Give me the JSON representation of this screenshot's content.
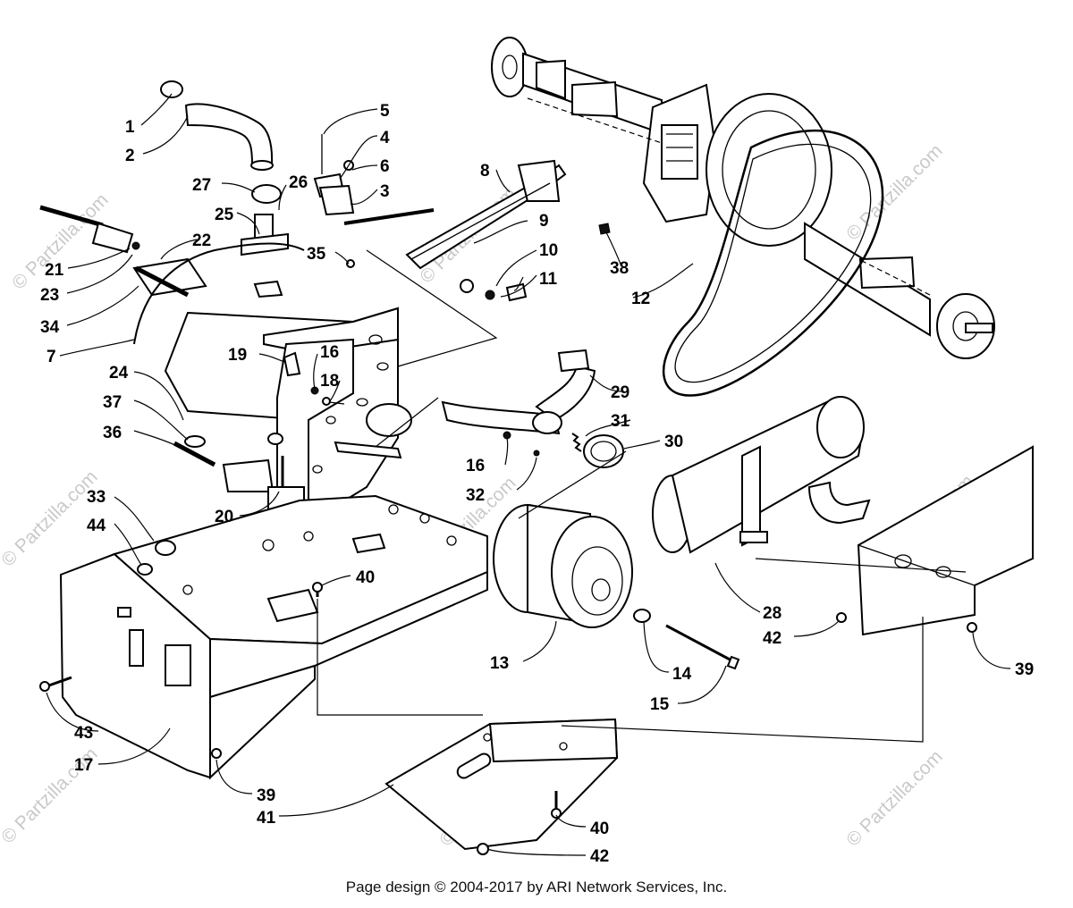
{
  "watermark": "© Partzilla.com",
  "footer": {
    "credit": "Page design © 2004-2017 by ARI Network Services, Inc."
  },
  "callouts": [
    {
      "id": "c1",
      "text": "1"
    },
    {
      "id": "c2",
      "text": "2"
    },
    {
      "id": "c3",
      "text": "3"
    },
    {
      "id": "c4",
      "text": "4"
    },
    {
      "id": "c5",
      "text": "5"
    },
    {
      "id": "c6",
      "text": "6"
    },
    {
      "id": "c7",
      "text": "7"
    },
    {
      "id": "c8",
      "text": "8"
    },
    {
      "id": "c9",
      "text": "9"
    },
    {
      "id": "c10",
      "text": "10"
    },
    {
      "id": "c11",
      "text": "11"
    },
    {
      "id": "c12",
      "text": "12"
    },
    {
      "id": "c13",
      "text": "13"
    },
    {
      "id": "c14",
      "text": "14"
    },
    {
      "id": "c15",
      "text": "15"
    },
    {
      "id": "c16a",
      "text": "16"
    },
    {
      "id": "c16b",
      "text": "16"
    },
    {
      "id": "c17",
      "text": "17"
    },
    {
      "id": "c18",
      "text": "18"
    },
    {
      "id": "c19",
      "text": "19"
    },
    {
      "id": "c20",
      "text": "20"
    },
    {
      "id": "c21",
      "text": "21"
    },
    {
      "id": "c22",
      "text": "22"
    },
    {
      "id": "c23",
      "text": "23"
    },
    {
      "id": "c24",
      "text": "24"
    },
    {
      "id": "c25",
      "text": "25"
    },
    {
      "id": "c26",
      "text": "26"
    },
    {
      "id": "c27",
      "text": "27"
    },
    {
      "id": "c28",
      "text": "28"
    },
    {
      "id": "c29",
      "text": "29"
    },
    {
      "id": "c30",
      "text": "30"
    },
    {
      "id": "c31",
      "text": "31"
    },
    {
      "id": "c32",
      "text": "32"
    },
    {
      "id": "c33",
      "text": "33"
    },
    {
      "id": "c34",
      "text": "34"
    },
    {
      "id": "c35",
      "text": "35"
    },
    {
      "id": "c36",
      "text": "36"
    },
    {
      "id": "c37",
      "text": "37"
    },
    {
      "id": "c38",
      "text": "38"
    },
    {
      "id": "c39a",
      "text": "39"
    },
    {
      "id": "c39b",
      "text": "39"
    },
    {
      "id": "c40a",
      "text": "40"
    },
    {
      "id": "c40b",
      "text": "40"
    },
    {
      "id": "c41",
      "text": "41"
    },
    {
      "id": "c42a",
      "text": "42"
    },
    {
      "id": "c42b",
      "text": "42"
    },
    {
      "id": "c43",
      "text": "43"
    },
    {
      "id": "c44",
      "text": "44"
    }
  ]
}
